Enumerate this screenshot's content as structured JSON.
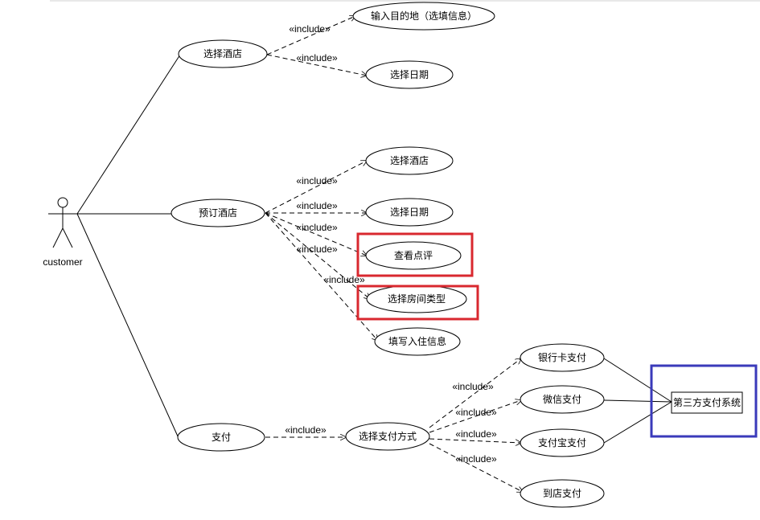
{
  "actor": {
    "name": "customer"
  },
  "stereotype": "«include»",
  "use_cases": {
    "select_hotel_top": "选择酒店",
    "enter_destination": "输入目的地（选填信息）",
    "select_date_top": "选择日期",
    "book_hotel": "预订酒店",
    "select_hotel": "选择酒店",
    "select_date": "选择日期",
    "view_reviews": "查看点评",
    "select_room_type": "选择房间类型",
    "fill_checkin_info": "填写入住信息",
    "pay": "支付",
    "select_payment_method": "选择支付方式",
    "bank_card_pay": "银行卡支付",
    "wechat_pay": "微信支付",
    "alipay": "支付宝支付",
    "pay_at_hotel": "到店支付"
  },
  "external_system": {
    "name": "第三方支付系统"
  },
  "highlight_colors": {
    "red": "#d9282f",
    "blue": "#3a3aba"
  }
}
